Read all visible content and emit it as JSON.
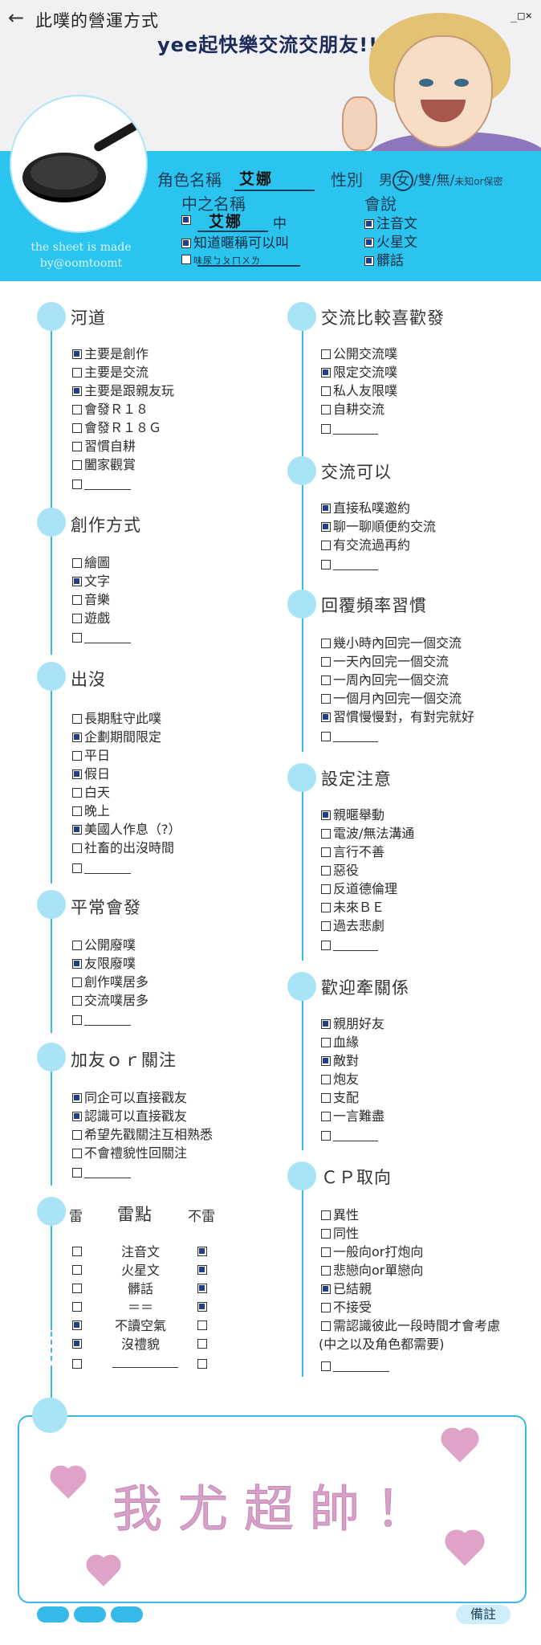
{
  "header": {
    "back_icon": "arrow-left",
    "title": "此噗的營運方式",
    "window_controls": "_□×",
    "slogan": "yee起快樂交流交朋友!!",
    "credit": "the sheet is made by@oomtoomt"
  },
  "profile": {
    "role_label": "角色名稱",
    "role_value": "艾娜",
    "gender_label": "性別",
    "gender_options": [
      "男",
      "女",
      "雙",
      "無",
      "未知or保密"
    ],
    "gender_selected": "女",
    "nickname_label": "中之名稱",
    "nickname_value": "艾娜",
    "nickname_suffix": "中",
    "nickname_opt_known": "知道暱稱可以叫",
    "nickname_opt_phonetic": "味尿ㄅㄆㄇㄨㄌ",
    "language_label": "會說",
    "languages": [
      {
        "label": "注音文",
        "checked": true
      },
      {
        "label": "火星文",
        "checked": true
      },
      {
        "label": "髒話",
        "checked": true
      }
    ]
  },
  "sections": {
    "river": {
      "title": "河道",
      "items": [
        {
          "label": "主要是創作",
          "checked": true
        },
        {
          "label": "主要是交流",
          "checked": false
        },
        {
          "label": "主要是跟親友玩",
          "checked": true
        },
        {
          "label": "會發Ｒ１８",
          "checked": false
        },
        {
          "label": "會發Ｒ１８Ｇ",
          "checked": false
        },
        {
          "label": "習慣自耕",
          "checked": false
        },
        {
          "label": "闔家觀賞",
          "checked": false
        },
        {
          "label": "",
          "checked": false
        }
      ]
    },
    "creation": {
      "title": "創作方式",
      "items": [
        {
          "label": "繪圖",
          "checked": false
        },
        {
          "label": "文字",
          "checked": true
        },
        {
          "label": "音樂",
          "checked": false
        },
        {
          "label": "遊戲",
          "checked": false
        },
        {
          "label": "",
          "checked": false
        }
      ]
    },
    "appear": {
      "title": "出沒",
      "items": [
        {
          "label": "長期駐守此噗",
          "checked": false
        },
        {
          "label": "企劃期間限定",
          "checked": true
        },
        {
          "label": "平日",
          "checked": false
        },
        {
          "label": "假日",
          "checked": true
        },
        {
          "label": "白天",
          "checked": false
        },
        {
          "label": "晚上",
          "checked": false
        },
        {
          "label": "美國人作息（?）",
          "checked": true
        },
        {
          "label": "社畜的出沒時間",
          "checked": false
        },
        {
          "label": "",
          "checked": false
        }
      ]
    },
    "post": {
      "title": "平常會發",
      "items": [
        {
          "label": "公開廢噗",
          "checked": false
        },
        {
          "label": "友限廢噗",
          "checked": true
        },
        {
          "label": "創作噗居多",
          "checked": false
        },
        {
          "label": "交流噗居多",
          "checked": false
        },
        {
          "label": "",
          "checked": false
        }
      ]
    },
    "follow": {
      "title": "加友ｏｒ關注",
      "items": [
        {
          "label": "同企可以直接戳友",
          "checked": true
        },
        {
          "label": "認識可以直接戳友",
          "checked": true
        },
        {
          "label": "希望先戳關注互相熟悉",
          "checked": false
        },
        {
          "label": "不會禮貌性回關注",
          "checked": false
        },
        {
          "label": "",
          "checked": false
        }
      ]
    },
    "landmine": {
      "mine_label": "雷",
      "title": "雷點",
      "safe_label": "不雷",
      "rows": [
        {
          "label": "注音文",
          "mine": false,
          "safe": true
        },
        {
          "label": "火星文",
          "mine": false,
          "safe": true
        },
        {
          "label": "髒話",
          "mine": false,
          "safe": true
        },
        {
          "label": "＝＝",
          "mine": false,
          "safe": true
        },
        {
          "label": "不讀空氣",
          "mine": true,
          "safe": false
        },
        {
          "label": "沒禮貌",
          "mine": true,
          "safe": false
        },
        {
          "label": "",
          "mine": false,
          "safe": false
        }
      ]
    },
    "exchange_pref": {
      "title": "交流比較喜歡發",
      "items": [
        {
          "label": "公開交流噗",
          "checked": false
        },
        {
          "label": "限定交流噗",
          "checked": true
        },
        {
          "label": "私人友限噗",
          "checked": false
        },
        {
          "label": "自耕交流",
          "checked": false
        },
        {
          "label": "",
          "checked": false
        }
      ]
    },
    "exchange_ok": {
      "title": "交流可以",
      "items": [
        {
          "label": "直接私噗邀約",
          "checked": true
        },
        {
          "label": "聊一聊順便約交流",
          "checked": true
        },
        {
          "label": "有交流過再約",
          "checked": false
        },
        {
          "label": "",
          "checked": false
        }
      ]
    },
    "reply": {
      "title": "回覆頻率習慣",
      "items": [
        {
          "label": "幾小時內回完一個交流",
          "checked": false
        },
        {
          "label": "一天內回完一個交流",
          "checked": false
        },
        {
          "label": "一周內回完一個交流",
          "checked": false
        },
        {
          "label": "一個月內回完一個交流",
          "checked": false
        },
        {
          "label": "習慣慢慢對，有對完就好",
          "checked": true
        },
        {
          "label": "",
          "checked": false
        }
      ]
    },
    "setting": {
      "title": "設定注意",
      "items": [
        {
          "label": "親暱舉動",
          "checked": true
        },
        {
          "label": "電波/無法溝通",
          "checked": false
        },
        {
          "label": "言行不善",
          "checked": false
        },
        {
          "label": "惡役",
          "checked": false
        },
        {
          "label": "反道德倫理",
          "checked": false
        },
        {
          "label": "未來ＢＥ",
          "checked": false
        },
        {
          "label": "過去悲劇",
          "checked": false
        },
        {
          "label": "",
          "checked": false
        }
      ]
    },
    "relation": {
      "title": "歡迎牽關係",
      "items": [
        {
          "label": "親朋好友",
          "checked": true
        },
        {
          "label": "血緣",
          "checked": false
        },
        {
          "label": "敵對",
          "checked": true
        },
        {
          "label": "炮友",
          "checked": false
        },
        {
          "label": "支配",
          "checked": false
        },
        {
          "label": "一言難盡",
          "checked": false
        },
        {
          "label": "",
          "checked": false
        }
      ]
    },
    "cp": {
      "title": "ＣＰ取向",
      "items": [
        {
          "label": "異性",
          "checked": false
        },
        {
          "label": "同性",
          "checked": false
        },
        {
          "label": "一般向or打炮向",
          "checked": false
        },
        {
          "label": "悲戀向or單戀向",
          "checked": false
        },
        {
          "label": "已結親",
          "checked": true
        },
        {
          "label": "不接受",
          "checked": false
        },
        {
          "label": "需認識彼此一段時間才會考慮",
          "checked": false
        },
        {
          "label": "(中之以及角色都需要)",
          "checked": null
        },
        {
          "label": "",
          "checked": false
        }
      ]
    }
  },
  "notes": {
    "text": "我尤超帥！",
    "tab_label": "備註"
  },
  "colors": {
    "band": "#2ac4ee",
    "dot": "#a9e3f6",
    "line": "#33bde9",
    "check_fill": "#223e88",
    "heart": "#dfa3c8"
  }
}
